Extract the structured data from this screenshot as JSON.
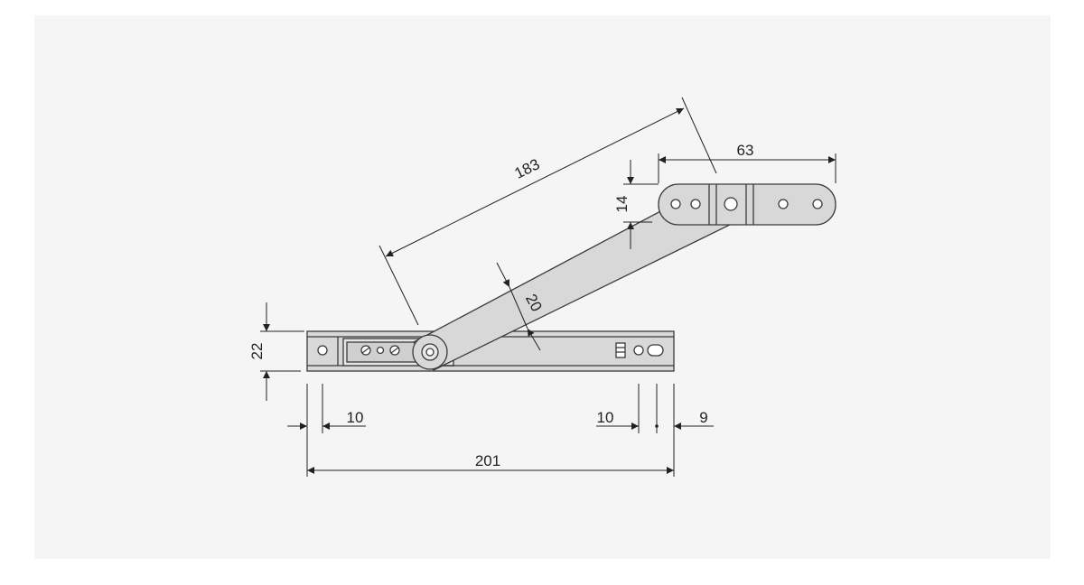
{
  "colors": {
    "page_bg": "#ffffff",
    "panel_bg": "#f5f5f5",
    "line": "#222222",
    "part_fill": "#d8d8d8",
    "part_stroke": "#3a3a3a",
    "hole_fill": "#ffffff"
  },
  "dimensions": {
    "arm_length": "183",
    "bracket_length": "63",
    "bracket_height": "14",
    "arm_width": "20",
    "rail_height": "22",
    "left_offset": "10",
    "right_offset": "10",
    "end_offset": "9",
    "total_length": "201"
  }
}
